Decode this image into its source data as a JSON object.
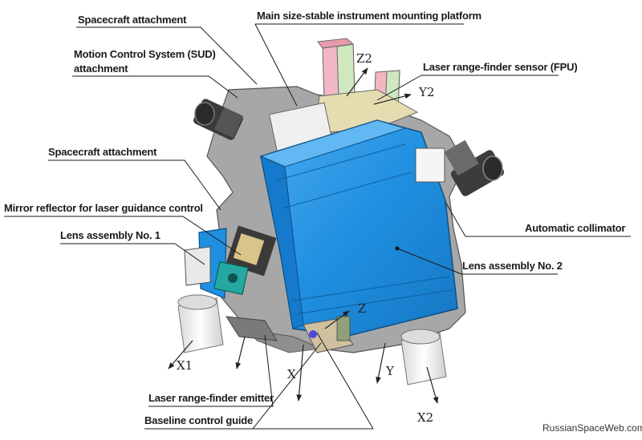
{
  "labels": {
    "spacecraft_attachment_top": "Spacecraft attachment",
    "main_platform": "Main size-stable instrument mounting platform",
    "sud_attachment_line1": "Motion Control System (SUD)",
    "sud_attachment_line2": "attachment",
    "laser_sensor": "Laser range-finder sensor (FPU)",
    "spacecraft_attachment_left": "Spacecraft attachment",
    "mirror_reflector": "Mirror reflector for laser guidance control",
    "lens_assembly_1": "Lens assembly No. 1",
    "automatic_collimator": "Automatic collimator",
    "lens_assembly_2": "Lens assembly No. 2",
    "laser_emitter": "Laser range-finder emitter",
    "baseline_guide": "Baseline control guide"
  },
  "axes": {
    "z2": "Z2",
    "y2": "Y2",
    "z": "Z",
    "x1": "X1",
    "x": "X",
    "y": "Y",
    "x2": "X2"
  },
  "credit": "RussianSpaceWeb.com",
  "colors": {
    "platform": "#a9a9a9",
    "lens_assembly_blue": "#1f8fe0",
    "lens_assembly_blue_light": "#5bb4f0",
    "column_pink": "#f2b7c4",
    "column_green": "#cfe8c0",
    "housing_white": "#f0f0f0",
    "leader_line": "#1a1a1a"
  }
}
